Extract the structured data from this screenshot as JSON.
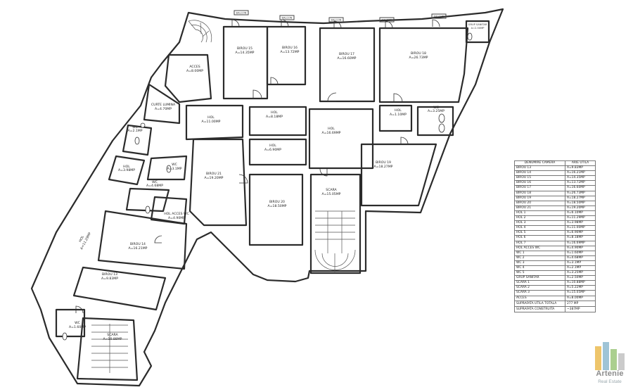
{
  "plan": {
    "balcony_label": "BALCON",
    "grup_sanitar": {
      "name": "GRUP SANITAR",
      "area": "A=2.50MP"
    },
    "rooms": [
      {
        "name": "BIROU 15",
        "area": "A=14.35MP"
      },
      {
        "name": "BIROU 16",
        "area": "A=13.72MP"
      },
      {
        "name": "BIROU 17",
        "area": "A=16.60MP"
      },
      {
        "name": "BIROU 18",
        "area": "A=26.73MP"
      },
      {
        "name": "ACCES",
        "area": "A=8.00MP"
      },
      {
        "name": "CURTE LUMINA",
        "area": "A=4.70MP"
      },
      {
        "name": "HOL",
        "area": "A=11.00MP"
      },
      {
        "name": "HOL",
        "area": "A=8.18MP"
      },
      {
        "name": "HOL",
        "area": "A=16.69MP"
      },
      {
        "name": "HOL",
        "area": "A=1.10MP"
      },
      {
        "name": "WC",
        "area": "A=3.25MP"
      },
      {
        "name": "WC",
        "area": "A=2.1MP"
      },
      {
        "name": "HOL",
        "area": "A=3.98MP"
      },
      {
        "name": "WC",
        "area": "A=3.1MP"
      },
      {
        "name": "WC",
        "area": "A=4.68MP"
      },
      {
        "name": "BIROU 21",
        "area": "A=19.20MP"
      },
      {
        "name": "HOL",
        "area": "A=6.90MP"
      },
      {
        "name": "BIROU 19",
        "area": "A=18.27MP"
      },
      {
        "name": "SCARA",
        "area": "A=15.05MP"
      },
      {
        "name": "BIROU 20",
        "area": "A=18.50MP"
      },
      {
        "name": "HOL ACCES WC",
        "area": "A=4.90MP"
      },
      {
        "name": "BIROU 14",
        "area": "A=16.21MP"
      },
      {
        "name": "BIROU 13",
        "area": "A=9.83MP"
      },
      {
        "name": "WC",
        "area": "A=1.60MP"
      },
      {
        "name": "SCARA",
        "area": "A=10.88MP"
      },
      {
        "name": "HOL",
        "area": "A=11.29MP"
      }
    ]
  },
  "legend": {
    "header": {
      "name": "DENUMIRE CAMERA",
      "value": "ARIE UTILA"
    },
    "rows": [
      {
        "name": "BIROU 13",
        "value": "A=9.83MP"
      },
      {
        "name": "BIROU 14",
        "value": "A=16.21MP"
      },
      {
        "name": "BIROU 15",
        "value": "A=14.35MP"
      },
      {
        "name": "BIROU 16",
        "value": "A=13.72MP"
      },
      {
        "name": "BIROU 17",
        "value": "A=16.60MP"
      },
      {
        "name": "BIROU 18",
        "value": "A=26.73MP"
      },
      {
        "name": "BIROU 19",
        "value": "A=18.27MP"
      },
      {
        "name": "BIROU 20",
        "value": "A=18.50MP"
      },
      {
        "name": "BIROU 21",
        "value": "A=19.20MP"
      },
      {
        "name": "HOL 1",
        "value": "A=6.10MP"
      },
      {
        "name": "HOL 2",
        "value": "A=11.29MP"
      },
      {
        "name": "HOL 3",
        "value": "A=3.98MP"
      },
      {
        "name": "HOL 4",
        "value": "A=11.00MP"
      },
      {
        "name": "HOL 5",
        "value": "A=6.90MP"
      },
      {
        "name": "HOL 6",
        "value": "A=8.18MP"
      },
      {
        "name": "HOL 7",
        "value": "A=16.69MP"
      },
      {
        "name": "HOL ACCES WC",
        "value": "A=4.90MP"
      },
      {
        "name": "WC 1",
        "value": "A=1.60MP"
      },
      {
        "name": "WC 2",
        "value": "A=4.68MP"
      },
      {
        "name": "WC 3",
        "value": "A=3.1MP"
      },
      {
        "name": "WC 4",
        "value": "A=2.1MP"
      },
      {
        "name": "WC 5",
        "value": "A=3.25MP"
      },
      {
        "name": "GRUP SANITAR",
        "value": "A=2.50MP"
      },
      {
        "name": "SCARA 1",
        "value": "A=10.88MP"
      },
      {
        "name": "SCARA 2",
        "value": "A=5.22MP"
      },
      {
        "name": "SCARA 3",
        "value": "A=15.05MP"
      },
      {
        "name": "ACCES",
        "value": "A=8.00MP"
      }
    ],
    "totals": [
      {
        "name": "SUPRAFATA UTILA TOTALA",
        "value": "277 MP"
      },
      {
        "name": "SUPRAFATA CONSTRUITA",
        "value": "~387MP"
      }
    ]
  },
  "logo": {
    "brand": "Artenie",
    "sub": "Real Estate",
    "colors": [
      "#e8b23a",
      "#7fb0c8",
      "#8fbf6a",
      "#b9b9b9"
    ]
  }
}
